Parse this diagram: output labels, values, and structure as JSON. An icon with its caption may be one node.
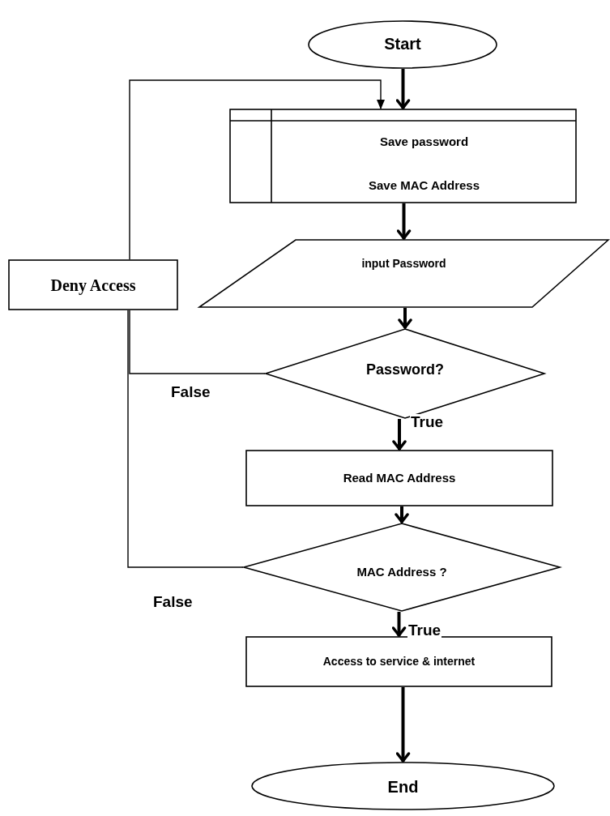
{
  "diagram": {
    "nodes": [
      {
        "text": [
          "Start"
        ]
      },
      {
        "text": [
          "Save password",
          "Save MAC Address"
        ]
      },
      {
        "text": [
          "input Password"
        ]
      },
      {
        "text": [
          "Deny Access"
        ]
      },
      {
        "text": [
          "Password?"
        ]
      },
      {
        "text": [
          "Read MAC Address"
        ]
      },
      {
        "text": [
          "MAC Address ?"
        ]
      },
      {
        "text": [
          "Access to service & internet"
        ]
      },
      {
        "text": [
          "End"
        ]
      }
    ],
    "edges": [
      {
        "from": 0,
        "to": 1,
        "arrow": "to"
      },
      {
        "from": 1,
        "to": 2,
        "arrow": "to"
      },
      {
        "from": 2,
        "to": 4,
        "arrow": "to"
      },
      {
        "from": 4,
        "to": 5,
        "arrow": "to",
        "label": "True"
      },
      {
        "from": 5,
        "to": 6,
        "arrow": "to"
      },
      {
        "from": 6,
        "to": 7,
        "arrow": "to",
        "label": "True"
      },
      {
        "from": 7,
        "to": 8,
        "arrow": "to"
      },
      {
        "from": 4,
        "to": 3,
        "arrow": "none",
        "label": "False"
      },
      {
        "from": 6,
        "to": 3,
        "arrow": "none",
        "label": "False"
      },
      {
        "from": 3,
        "to": 1,
        "arrow": "to"
      }
    ]
  }
}
